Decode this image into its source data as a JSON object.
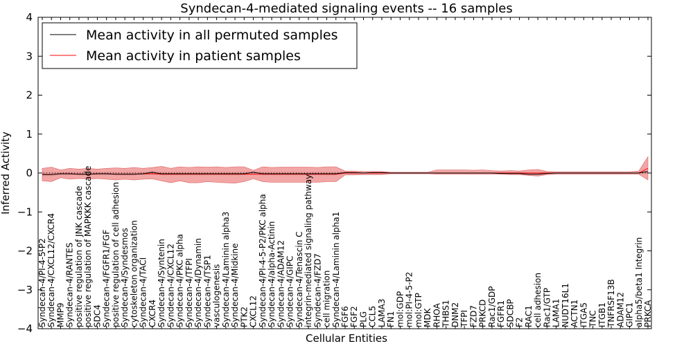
{
  "chart_data": {
    "type": "line",
    "title": "Syndecan-4-mediated signaling events -- 16 samples",
    "xlabel": "Cellular Entities",
    "ylabel": "Inferred Activity",
    "ylim": [
      -4,
      4
    ],
    "yticks": [
      -4,
      -3,
      -2,
      -1,
      0,
      1,
      2,
      3,
      4
    ],
    "ytick_labels": [
      "−4",
      "−3",
      "−2",
      "−1",
      "0",
      "1",
      "2",
      "3",
      "4"
    ],
    "legend_position": "top-left",
    "categories": [
      "Syndecan-4/PI-4-5-P2",
      "Syndecan-4/CXCL12/CXCR4",
      "MMP9",
      "Syndecan-4/RANTES",
      "positive regulation of JNK cascade",
      "positive regulation of MAPKKK cascade",
      "SDC4",
      "Syndecan-4/FGFR1/FGF",
      "positive regulation of cell adhesion",
      "Syndecan-4/Syndesmos",
      "cytoskeleton organization",
      "Syndecan-4/TACI",
      "CXCR4",
      "Syndecan-4/Syntenin",
      "Syndecan-4/CXCL12",
      "Syndecan-4/PKC alpha",
      "Syndecan-4/TFPI",
      "Syndecan-4/Dynamin",
      "Syndecan-4/TSP1",
      "vasculogenesis",
      "Syndecan-4/Laminin alpha3",
      "Syndecan-4/Midkine",
      "PTK2",
      "CXCL12",
      "Syndecan-4/PI-4-5-P2/PKC alpha",
      "Syndecan-4/alpha-Actinin",
      "Syndecan-4/ADAM12",
      "Syndecan-4/GIPC",
      "Syndecan-4/Tenascin C",
      "integrin-mediated signaling pathway",
      "Syndecan-4/FZD7",
      "cell migration",
      "Syndecan-4/Laminin alpha1",
      "FGF6",
      "FGF2",
      "PLG",
      "CCL5",
      "LAMA3",
      "FN1",
      "mol:GDP",
      "mol:PI-4-5-P2",
      "mol:GTP",
      "MDK",
      "RHOA",
      "THBS1",
      "DNM2",
      "TFPI",
      "FZD7",
      "PRKCD",
      "Rac1/GDP",
      "FGFR1",
      "SDCBP",
      "F2",
      "RAC1",
      "cell adhesion",
      "Rac1/GTP",
      "LAMA1",
      "NUDT16L1",
      "ACTN1",
      "ITGA5",
      "TNC",
      "ITGB1",
      "TNFRSF13B",
      "ADAM12",
      "GIPC1",
      "alpha5/beta1 Integrin",
      "PRKCA"
    ],
    "series": [
      {
        "name": "Mean activity in all permuted samples",
        "color": "#000000",
        "values": [
          -0.04,
          -0.04,
          -0.02,
          -0.02,
          -0.03,
          -0.03,
          -0.02,
          -0.02,
          -0.03,
          -0.03,
          -0.03,
          -0.02,
          0.02,
          -0.02,
          -0.02,
          -0.02,
          -0.02,
          -0.02,
          -0.02,
          -0.02,
          -0.02,
          -0.02,
          -0.02,
          0.02,
          -0.02,
          -0.02,
          -0.02,
          -0.02,
          -0.02,
          -0.02,
          -0.02,
          -0.02,
          -0.02,
          0.01,
          0.01,
          0.0,
          0.01,
          0.01,
          0.0,
          0.0,
          0.0,
          0.0,
          0.0,
          0.0,
          0.0,
          0.0,
          0.0,
          0.0,
          0.0,
          0.0,
          -0.01,
          -0.01,
          -0.01,
          -0.03,
          -0.03,
          -0.01,
          0.0,
          0.0,
          0.0,
          0.0,
          0.0,
          0.0,
          0.0,
          0.0,
          0.0,
          0.0,
          0.04
        ]
      },
      {
        "name": "Mean activity in patient samples",
        "color": "#ff0000",
        "fill": "#ee8888",
        "values": [
          -0.04,
          -0.04,
          -0.02,
          -0.02,
          -0.03,
          -0.03,
          -0.02,
          -0.02,
          -0.03,
          -0.03,
          -0.03,
          -0.02,
          -0.02,
          -0.03,
          -0.03,
          -0.03,
          -0.03,
          -0.03,
          -0.03,
          -0.03,
          -0.03,
          -0.03,
          -0.03,
          -0.03,
          -0.03,
          -0.03,
          -0.03,
          -0.03,
          -0.03,
          -0.03,
          -0.03,
          -0.03,
          -0.03,
          0.0,
          0.0,
          0.0,
          0.0,
          0.0,
          0.0,
          0.0,
          0.0,
          0.0,
          0.0,
          0.0,
          0.0,
          0.0,
          0.0,
          0.0,
          0.0,
          0.0,
          0.0,
          0.0,
          0.0,
          0.0,
          0.0,
          0.0,
          0.0,
          0.0,
          0.0,
          0.0,
          0.0,
          0.0,
          0.0,
          0.0,
          0.0,
          0.0,
          0.12
        ],
        "band_upper": [
          0.12,
          0.15,
          0.08,
          0.12,
          0.1,
          0.12,
          0.1,
          0.12,
          0.13,
          0.12,
          0.14,
          0.12,
          0.14,
          0.17,
          0.12,
          0.16,
          0.14,
          0.16,
          0.15,
          0.16,
          0.14,
          0.16,
          0.16,
          0.07,
          0.16,
          0.14,
          0.15,
          0.15,
          0.15,
          0.15,
          0.14,
          0.16,
          0.16,
          0.05,
          0.05,
          0.04,
          0.04,
          0.04,
          0.02,
          0.02,
          0.02,
          0.02,
          0.02,
          0.08,
          0.08,
          0.08,
          0.08,
          0.07,
          0.08,
          0.06,
          0.05,
          0.06,
          0.05,
          0.08,
          0.09,
          0.04,
          0.03,
          0.03,
          0.03,
          0.03,
          0.03,
          0.03,
          0.03,
          0.03,
          0.03,
          0.05,
          0.42
        ],
        "band_lower": [
          -0.2,
          -0.22,
          -0.12,
          -0.16,
          -0.14,
          -0.16,
          -0.14,
          -0.16,
          -0.18,
          -0.16,
          -0.18,
          -0.16,
          -0.15,
          -0.2,
          -0.25,
          -0.2,
          -0.25,
          -0.25,
          -0.22,
          -0.24,
          -0.25,
          -0.26,
          -0.22,
          -0.15,
          -0.22,
          -0.24,
          -0.24,
          -0.24,
          -0.24,
          -0.24,
          -0.24,
          -0.22,
          -0.22,
          -0.05,
          -0.05,
          -0.04,
          -0.04,
          -0.04,
          -0.02,
          -0.02,
          -0.02,
          -0.02,
          -0.02,
          -0.03,
          -0.03,
          -0.03,
          -0.03,
          -0.03,
          -0.03,
          -0.03,
          -0.03,
          -0.04,
          -0.04,
          -0.06,
          -0.08,
          -0.04,
          -0.03,
          -0.03,
          -0.03,
          -0.03,
          -0.03,
          -0.03,
          -0.03,
          -0.03,
          -0.03,
          -0.03,
          -0.18
        ]
      }
    ],
    "permuted_band_upper": [
      0.03,
      0.03,
      0.03,
      0.03,
      0.03,
      0.03,
      0.03,
      0.03,
      0.03,
      0.03,
      0.03,
      0.03,
      0.05,
      0.03,
      0.03,
      0.03,
      0.03,
      0.03,
      0.03,
      0.03,
      0.03,
      0.03,
      0.03,
      0.05,
      0.03,
      0.03,
      0.03,
      0.03,
      0.03,
      0.03,
      0.03,
      0.03,
      0.03,
      0.03,
      0.03,
      0.02,
      0.03,
      0.03,
      0.02,
      0.02,
      0.02,
      0.02,
      0.02,
      0.02,
      0.02,
      0.02,
      0.02,
      0.02,
      0.02,
      0.02,
      0.02,
      0.02,
      0.02,
      0.02,
      0.02,
      0.02,
      0.02,
      0.02,
      0.02,
      0.02,
      0.02,
      0.02,
      0.02,
      0.02,
      0.02,
      0.02,
      0.06
    ],
    "permuted_band_lower": [
      -0.08,
      -0.08,
      -0.06,
      -0.06,
      -0.06,
      -0.06,
      -0.06,
      -0.06,
      -0.06,
      -0.06,
      -0.06,
      -0.06,
      -0.04,
      -0.06,
      -0.06,
      -0.06,
      -0.06,
      -0.06,
      -0.06,
      -0.06,
      -0.06,
      -0.06,
      -0.06,
      -0.04,
      -0.06,
      -0.06,
      -0.06,
      -0.06,
      -0.06,
      -0.06,
      -0.06,
      -0.06,
      -0.06,
      -0.03,
      -0.03,
      -0.03,
      -0.03,
      -0.03,
      -0.02,
      -0.02,
      -0.02,
      -0.02,
      -0.02,
      -0.02,
      -0.02,
      -0.02,
      -0.02,
      -0.02,
      -0.02,
      -0.03,
      -0.04,
      -0.05,
      -0.05,
      -0.07,
      -0.07,
      -0.04,
      -0.02,
      -0.02,
      -0.02,
      -0.02,
      -0.02,
      -0.02,
      -0.02,
      -0.02,
      -0.02,
      -0.02,
      -0.02
    ]
  }
}
